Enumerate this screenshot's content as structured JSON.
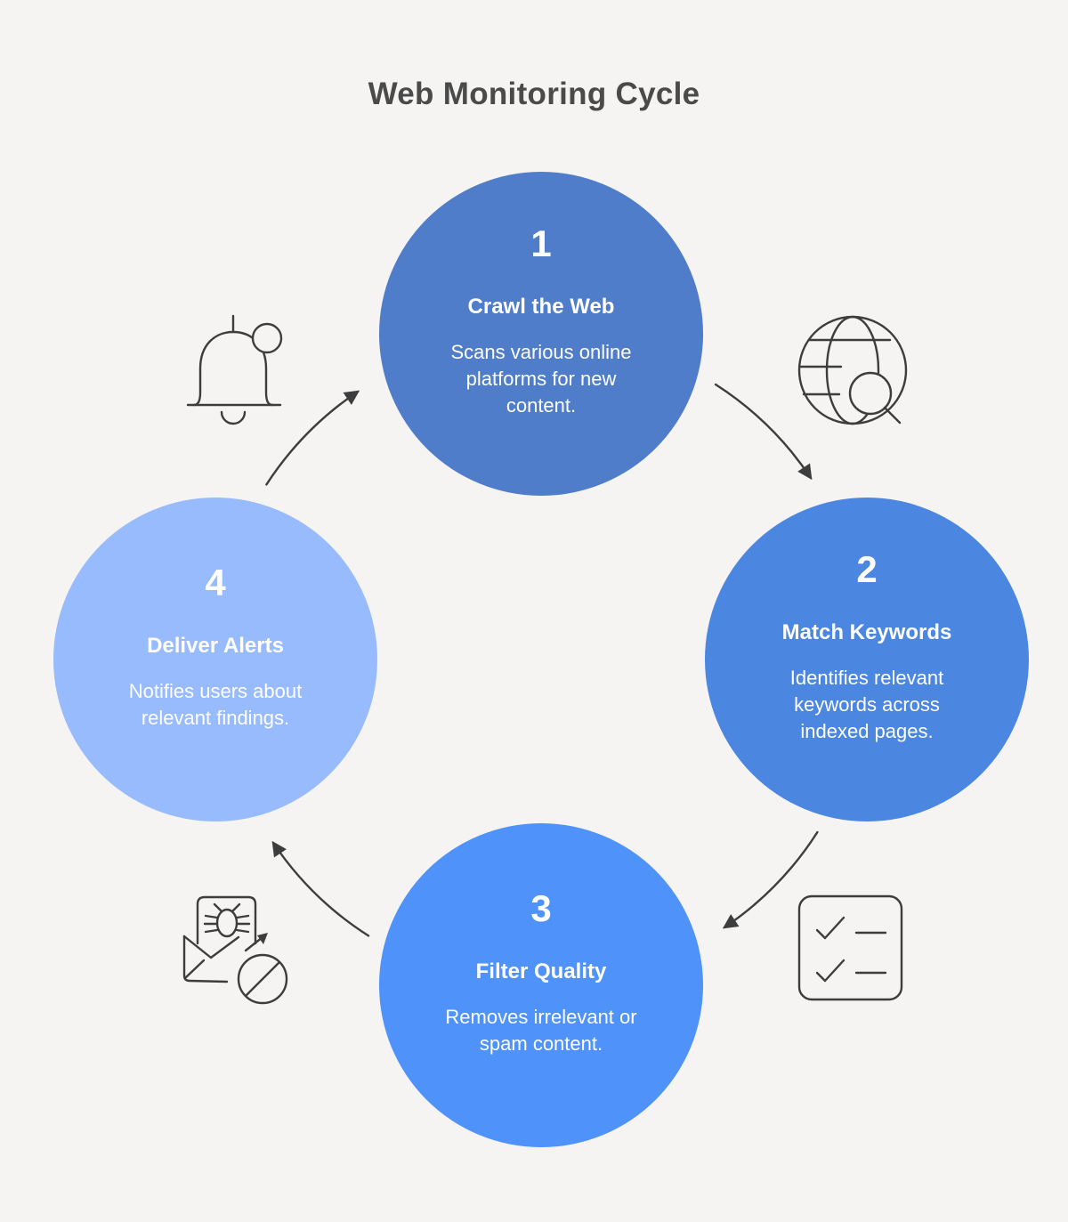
{
  "title": "Web Monitoring Cycle",
  "steps": [
    {
      "number": "1",
      "title": "Crawl the Web",
      "description": "Scans various online\nplatforms for new\ncontent."
    },
    {
      "number": "2",
      "title": "Match Keywords",
      "description": "Identifies relevant\nkeywords across\nindexed pages."
    },
    {
      "number": "3",
      "title": "Filter Quality",
      "description": "Removes irrelevant or\nspam content."
    },
    {
      "number": "4",
      "title": "Deliver Alerts",
      "description": "Notifies users about\nrelevant findings."
    }
  ],
  "icons": {
    "top_left": "notification-bell",
    "top_right": "globe-search",
    "bottom_right": "checklist",
    "bottom_left": "spam-email-blocked"
  },
  "colors": {
    "background": "#f5f4f2",
    "title_text": "#4a4a4a",
    "step1_fill": "#4f7dc9",
    "step2_fill": "#4b86e1",
    "step3_fill": "#4e92fa",
    "step4_fill": "#97bbfc",
    "step_text": "#ffffff",
    "line_stroke": "#3d3d3d"
  }
}
